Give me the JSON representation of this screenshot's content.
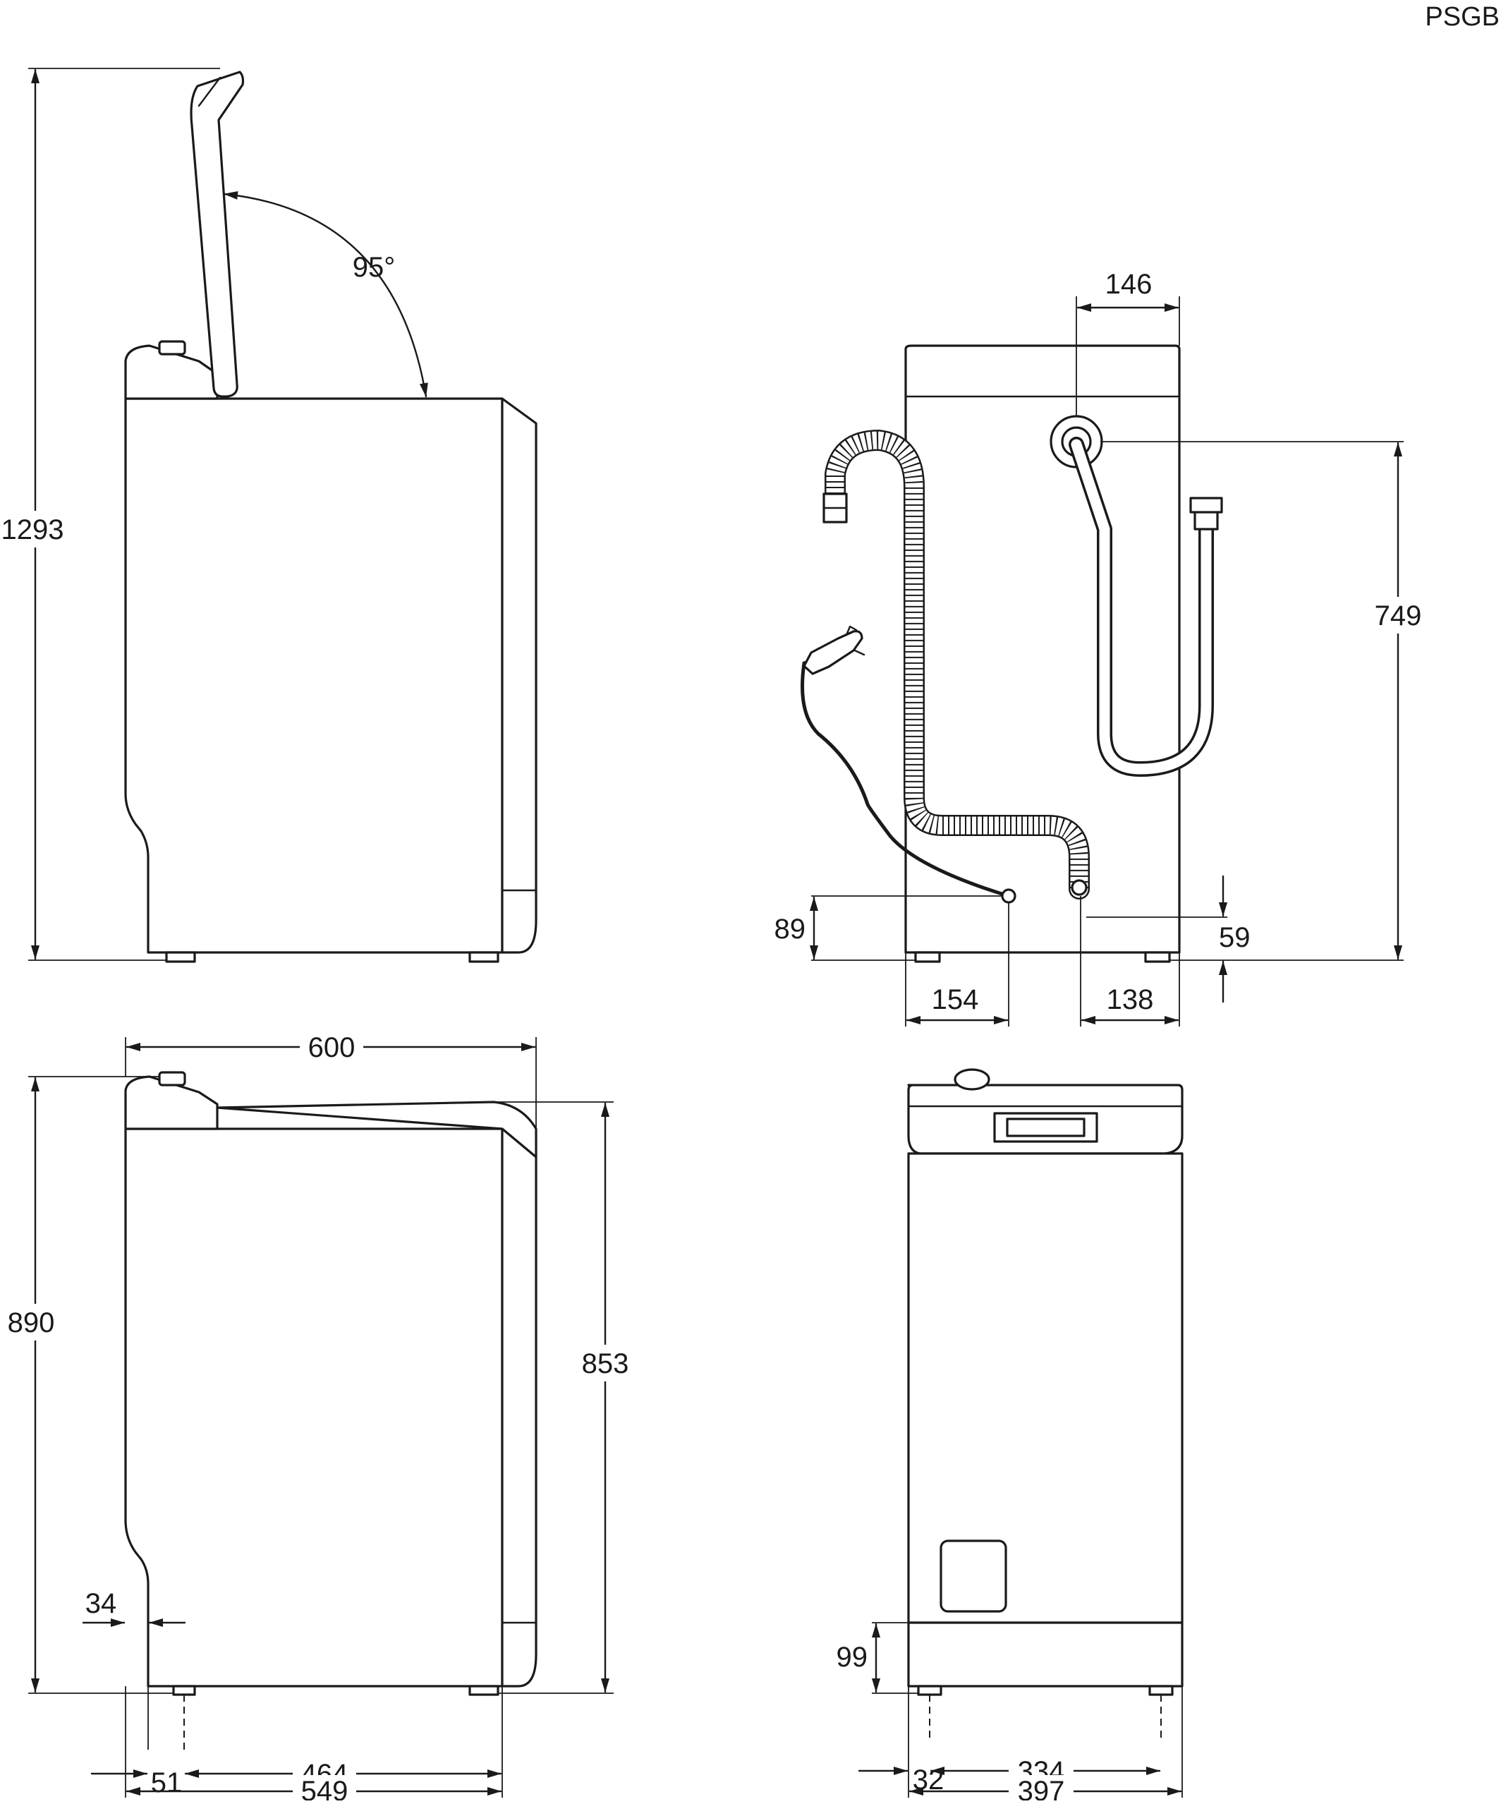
{
  "variant_code": "PSGB",
  "views": {
    "side_lid_open": {
      "lid_angle": "95°",
      "height_lid_open": "1293"
    },
    "rear": {
      "inlet_offset": "146",
      "inlet_height": "749",
      "power_cord_height": "89",
      "drain_height": "59",
      "power_cord_offset": "154",
      "drain_offset": "138"
    },
    "side": {
      "width_label": "600",
      "height_total": "890",
      "height_body": "853",
      "foot_setback": "34",
      "foot_offset": "51",
      "foot_spacing": "464",
      "depth": "549"
    },
    "front": {
      "plinth_height": "99",
      "foot_spacing": "334",
      "foot_offset": "32",
      "width": "397"
    }
  },
  "colors": {
    "line": "#1a1a1a",
    "background": "#ffffff"
  }
}
